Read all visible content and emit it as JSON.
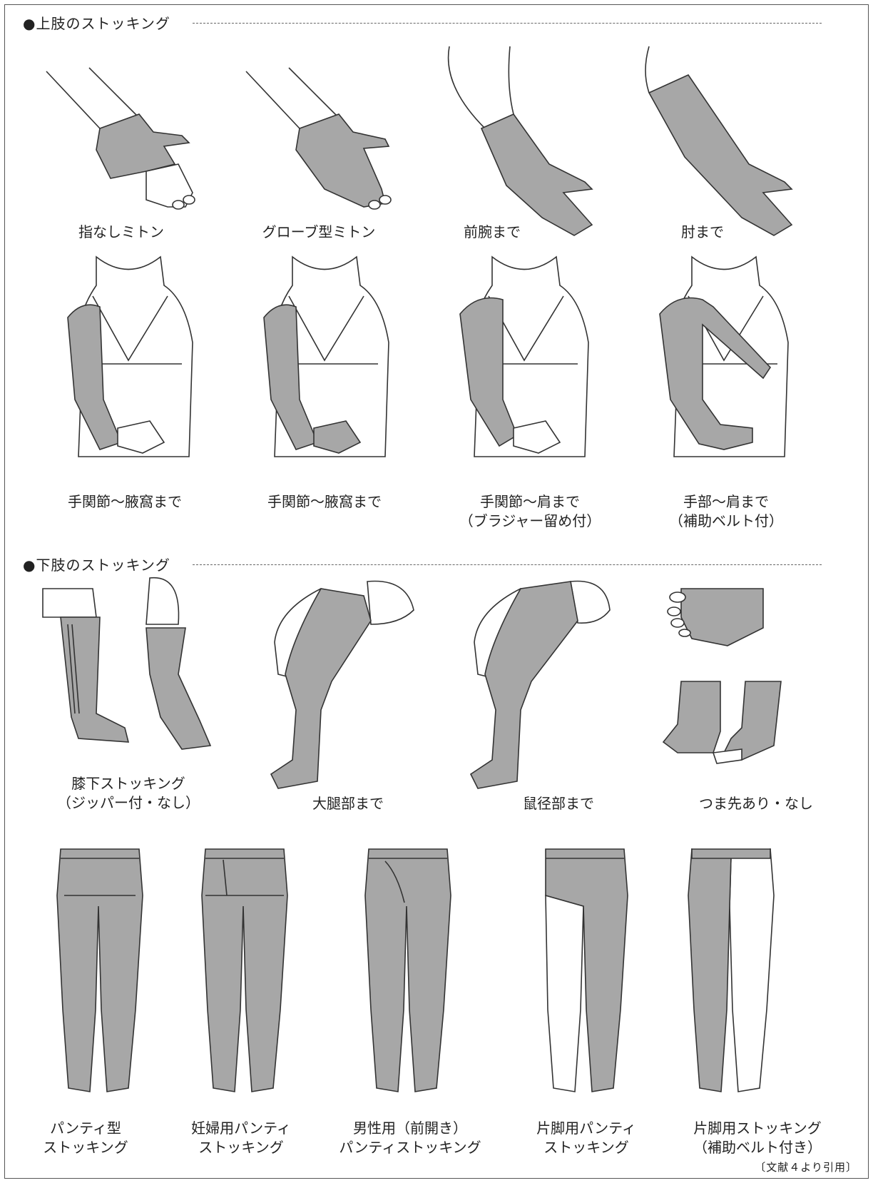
{
  "sections": {
    "upper": {
      "title": "●上肢のストッキング"
    },
    "lower": {
      "title": "●下肢のストッキング"
    }
  },
  "upper_items": [
    {
      "lines": [
        "指なしミトン"
      ]
    },
    {
      "lines": [
        "グローブ型ミトン"
      ]
    },
    {
      "lines": [
        "前腕まで"
      ]
    },
    {
      "lines": [
        "肘まで"
      ]
    },
    {
      "lines": [
        "手関節～腋窩まで"
      ]
    },
    {
      "lines": [
        "手関節～腋窩まで"
      ]
    },
    {
      "lines": [
        "手関節～肩まで",
        "（ブラジャー留め付）"
      ]
    },
    {
      "lines": [
        "手部～肩まで",
        "（補助ベルト付）"
      ]
    }
  ],
  "lower_items": [
    {
      "lines": [
        "膝下ストッキング",
        "（ジッパー付・なし）"
      ]
    },
    {
      "lines": [
        "大腿部まで"
      ]
    },
    {
      "lines": [
        "鼠径部まで"
      ]
    },
    {
      "lines": [
        "つま先あり・なし"
      ]
    },
    {
      "lines": [
        "パンティ型",
        "ストッキング"
      ]
    },
    {
      "lines": [
        "妊婦用パンティ",
        "ストッキング"
      ]
    },
    {
      "lines": [
        "男性用（前開き）",
        "パンティストッキング"
      ]
    },
    {
      "lines": [
        "片脚用パンティ",
        "ストッキング"
      ]
    },
    {
      "lines": [
        "片脚用ストッキング",
        "（補助ベルト付き）"
      ]
    }
  ],
  "citation": "〔文献４より引用〕",
  "colors": {
    "garment_fill": "#a7a7a7",
    "outline": "#333333"
  }
}
